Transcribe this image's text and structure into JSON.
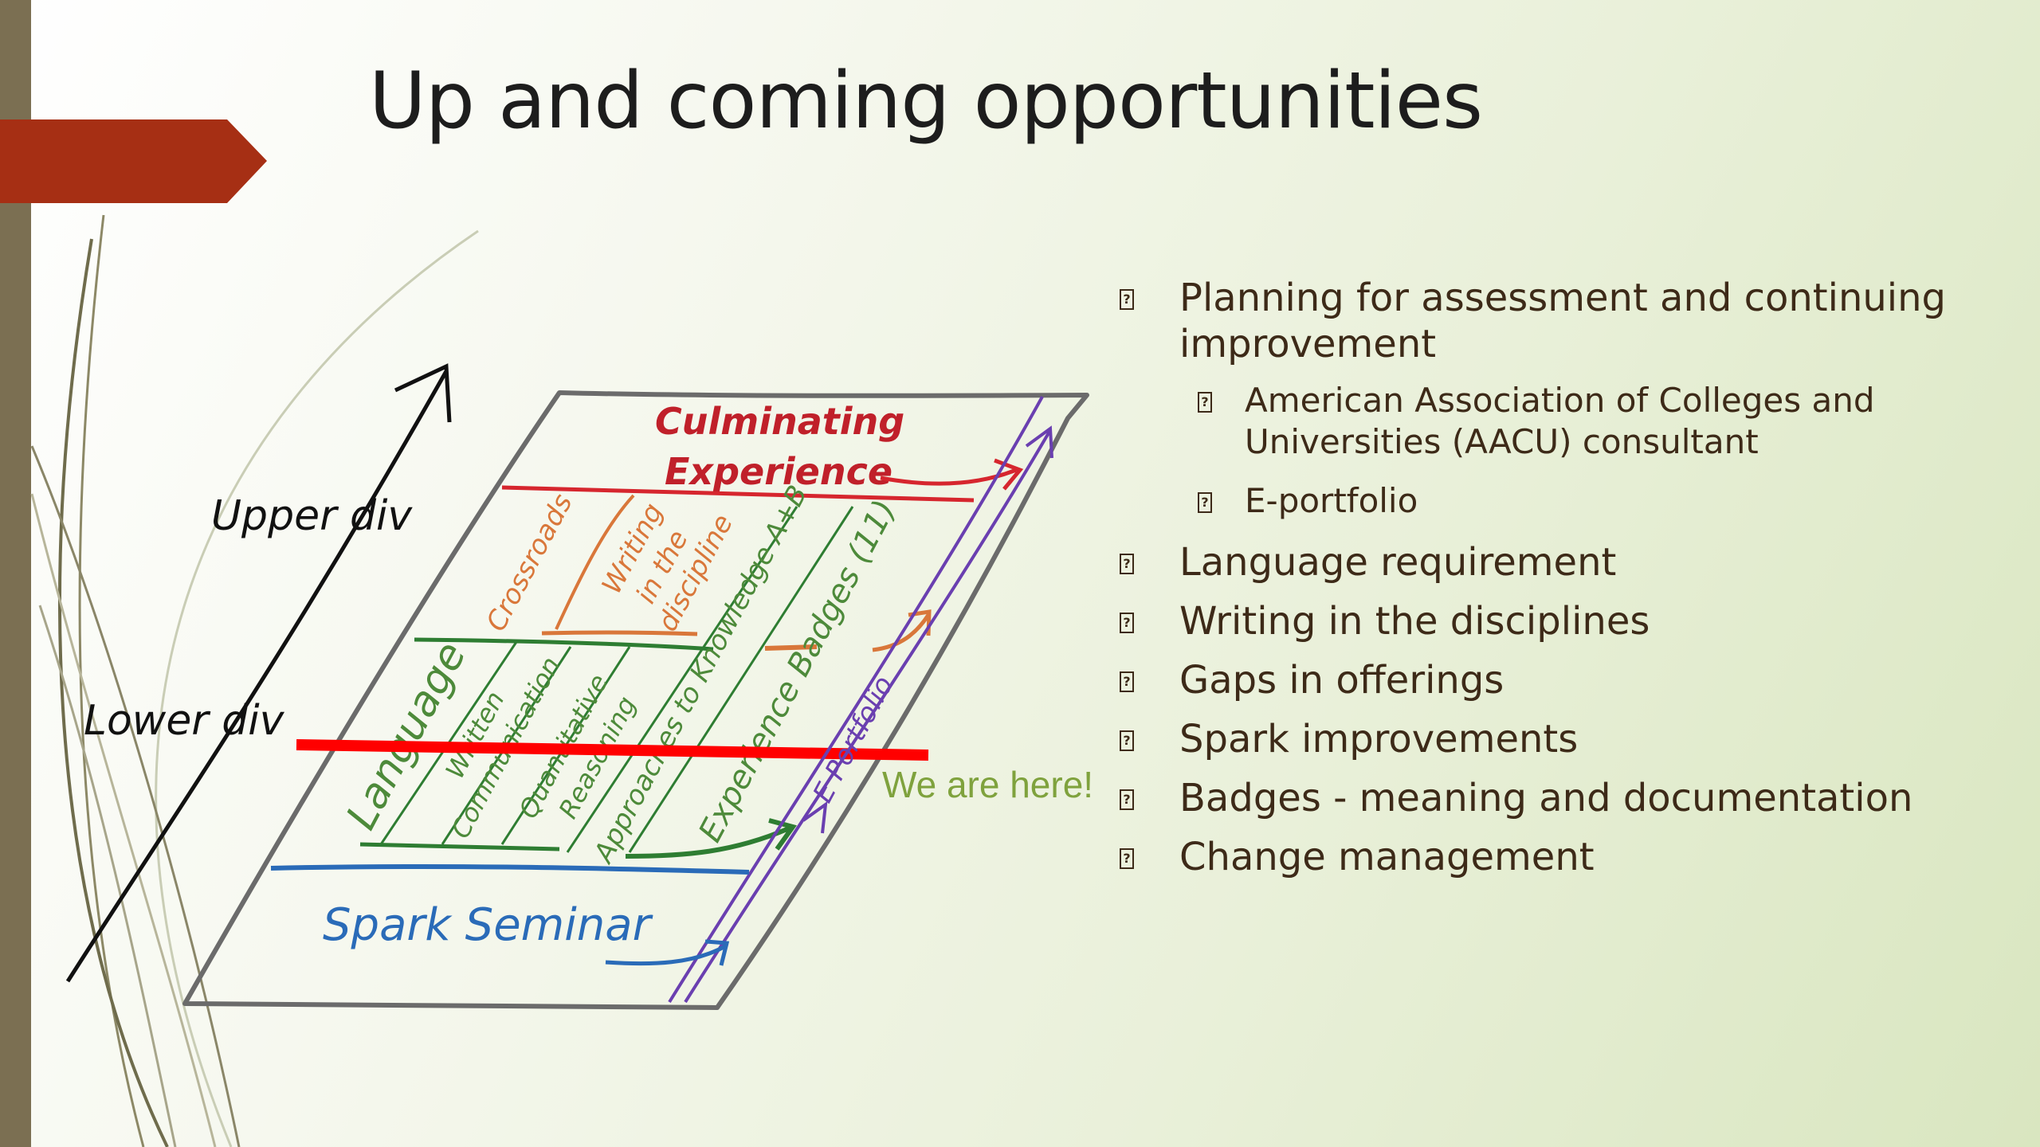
{
  "title": "Up and coming opportunities",
  "diagram": {
    "culminating_line1": "Culminating",
    "culminating_line2": "Experience",
    "upper_div": "Upper div",
    "lower_div": "Lower div",
    "crossroads": "Crossroads",
    "writing_1": "Writing",
    "writing_2": "in the",
    "writing_3": "discipline",
    "approaches": "Approaches to Knowledge A+B",
    "badges": "Experience Badges (11)",
    "language": "Language",
    "written_1": "Written",
    "written_2": "Communication",
    "quant_1": "Quantitative",
    "quant_2": "Reasoning",
    "eportfolio": "E Portfolio",
    "spark": "Spark Seminar",
    "we_are_here": "We are here!"
  },
  "bullets": [
    {
      "text": "Planning for assessment and continuing improvement",
      "level": 1
    },
    {
      "text": "American Association of Colleges and Universities (AACU) consultant",
      "level": 2
    },
    {
      "text": "E-portfolio",
      "level": 2
    },
    {
      "text": "Language requirement",
      "level": 1
    },
    {
      "text": "Writing in the disciplines",
      "level": 1
    },
    {
      "text": "Gaps in offerings",
      "level": 1
    },
    {
      "text": "Spark improvements",
      "level": 1
    },
    {
      "text": "Badges - meaning and documentation",
      "level": 1
    },
    {
      "text": "Change management",
      "level": 1
    }
  ],
  "bullet_marker": "?",
  "colors": {
    "accent_bar": "#7b6f52",
    "arrow_shape": "#a62f14",
    "highlight_line": "#ff0000",
    "culminating": "#c0202a",
    "language_green": "#2e7d32",
    "writing_orange": "#d9773a",
    "spark_blue": "#2a6bb8",
    "eportfolio_purple": "#6a3fb0",
    "we_are_here": "#7fa23d",
    "bullet_text": "#3d2a18"
  }
}
